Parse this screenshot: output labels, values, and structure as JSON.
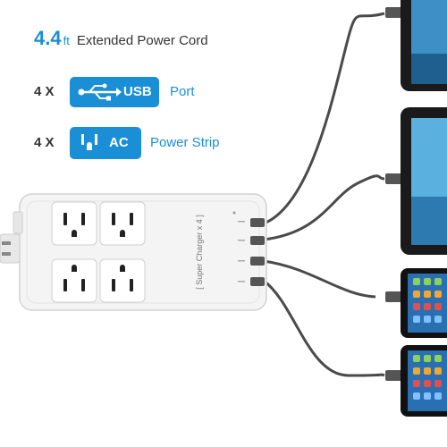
{
  "headline": {
    "number": "4.4",
    "unit": "ft",
    "text": "Extended Power Cord"
  },
  "features": [
    {
      "multiplier": "4 X",
      "badge_label": "USB",
      "caption": "Port",
      "icon": "usb-icon"
    },
    {
      "multiplier": "4 X",
      "badge_label": "AC",
      "caption": "Power Strip",
      "icon": "ac-outlet-icon"
    }
  ],
  "device": {
    "label": "[ Super Charger x 4 ]",
    "outlet_count": 4,
    "usb_port_count": 4
  },
  "colors": {
    "accent": "#1a8fd6",
    "strip": "#f4f4f4",
    "text": "#333333"
  }
}
